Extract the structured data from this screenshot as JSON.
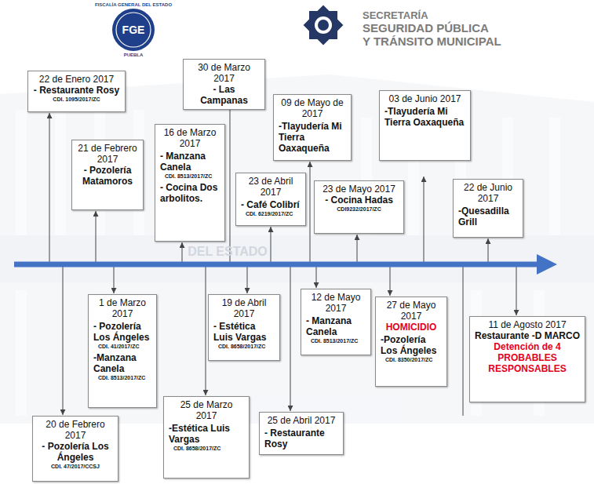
{
  "diagram": {
    "nodes": [
      {
        "text": [
          "22 de Enero 2017",
          "- Restaurante Rosy",
          "CDI. 1095/2017/ZC"
        ]
      },
      {
        "text": [
          "20 de Febrero 2017",
          "- Pozolería Los Ángeles",
          "CDI. 47/2017/CCSJ"
        ]
      },
      {
        "text": [
          "21 de Febrero 2017",
          "- Pozolería Matamoros"
        ]
      },
      {
        "text": [
          "1 de Marzo 2017",
          "- Pozolería Los Ángeles",
          "CDI. 41/2017/ZC",
          "-Manzana Canela",
          "CDI. 8513/2017/ZC"
        ]
      },
      {
        "text": [
          "16 de Marzo 2017",
          "- Manzana Canela",
          "CDI. 8513/2017/ZC",
          "- Cocina Dos arbolitos."
        ]
      },
      {
        "text": [
          "25 de Marzo 2017",
          "-Estética Luis Vargas",
          "CDI. 8658/2017/ZC"
        ]
      },
      {
        "text": [
          "30 de Marzo 2017",
          "- Las Campanas"
        ]
      },
      {
        "text": [
          "19 de Abril 2017",
          "- Estética Luis Vargas",
          "CDI. 8658/2017/ZC"
        ]
      },
      {
        "text": [
          "23 de Abril 2017",
          "- Café Colibrí",
          "CDI. 6219/2017/ZC"
        ]
      },
      {
        "text": [
          "25 de Abril 2017",
          "- Restaurante Rosy"
        ]
      },
      {
        "text": [
          "09 de Mayo de 2017",
          "-Tlayudería Mi Tierra Oaxaqueña"
        ]
      },
      {
        "text": [
          "12 de Mayo 2017",
          "- Manzana Canela",
          "CDI. 8513/2017/ZC"
        ]
      },
      {
        "text": [
          "23 de Mayo 2017",
          "- Cocina Hadas",
          "CDI9232/2017/ZC"
        ]
      },
      {
        "text": [
          "27 de Mayo 2017",
          "HOMICIDIO",
          "-Pozolería Los Ángeles",
          "CDI. 8350/2017/ZC"
        ]
      },
      {
        "text": [
          "03 de Junio 2017",
          "-Tlayudería Mi Tierra Oaxaqueña"
        ]
      },
      {
        "text": [
          "22 de Junio 2017",
          "-Quesadilla Grill"
        ]
      },
      {
        "text": [
          "11 de Agosto 2017",
          "Restaurante -D MARCO",
          "Detención de 4 PROBABLES RESPONSABLES"
        ]
      }
    ],
    "labels": [
      "FGE",
      "FISCALÍA GENERAL DEL ESTADO",
      "PUEBLA",
      "SECRETARÍA",
      "SEGURIDAD PÚBLICA",
      "Y TRÁNSITO MUNICIPAL",
      "DEL ESTADO"
    ]
  }
}
